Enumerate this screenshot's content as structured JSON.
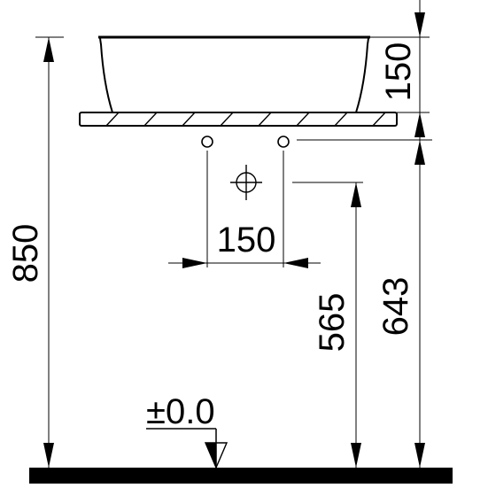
{
  "drawing": {
    "labels": {
      "total_height": "850",
      "basin_height": "150",
      "tap_spacing": "150",
      "waste_height": "565",
      "supply_height": "643",
      "floor_level": "±0.0"
    },
    "colors": {
      "line": "#000000",
      "background": "#ffffff"
    }
  }
}
